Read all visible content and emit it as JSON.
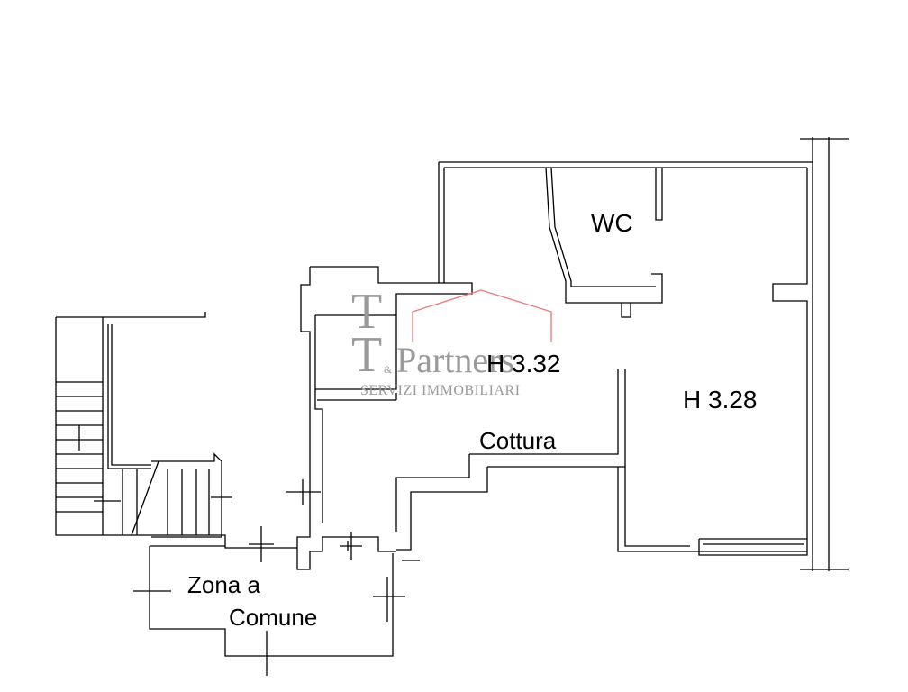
{
  "colors": {
    "background": "#ffffff",
    "walls": "#000000",
    "watermark_text": "#9a9a9a",
    "watermark_roof": "#e88080"
  },
  "rooms": {
    "wc": "WC",
    "h332": "H 3.32",
    "h328": "H 3.28",
    "cottura": "Cottura",
    "zona_line1": "Zona a",
    "zona_line2": "Comune"
  },
  "watermark": {
    "letter_top": "T",
    "letter_bottom": "T",
    "ampersand": "&",
    "brand": "Partners",
    "tagline": "SERVIZI IMMOBILIARI"
  }
}
